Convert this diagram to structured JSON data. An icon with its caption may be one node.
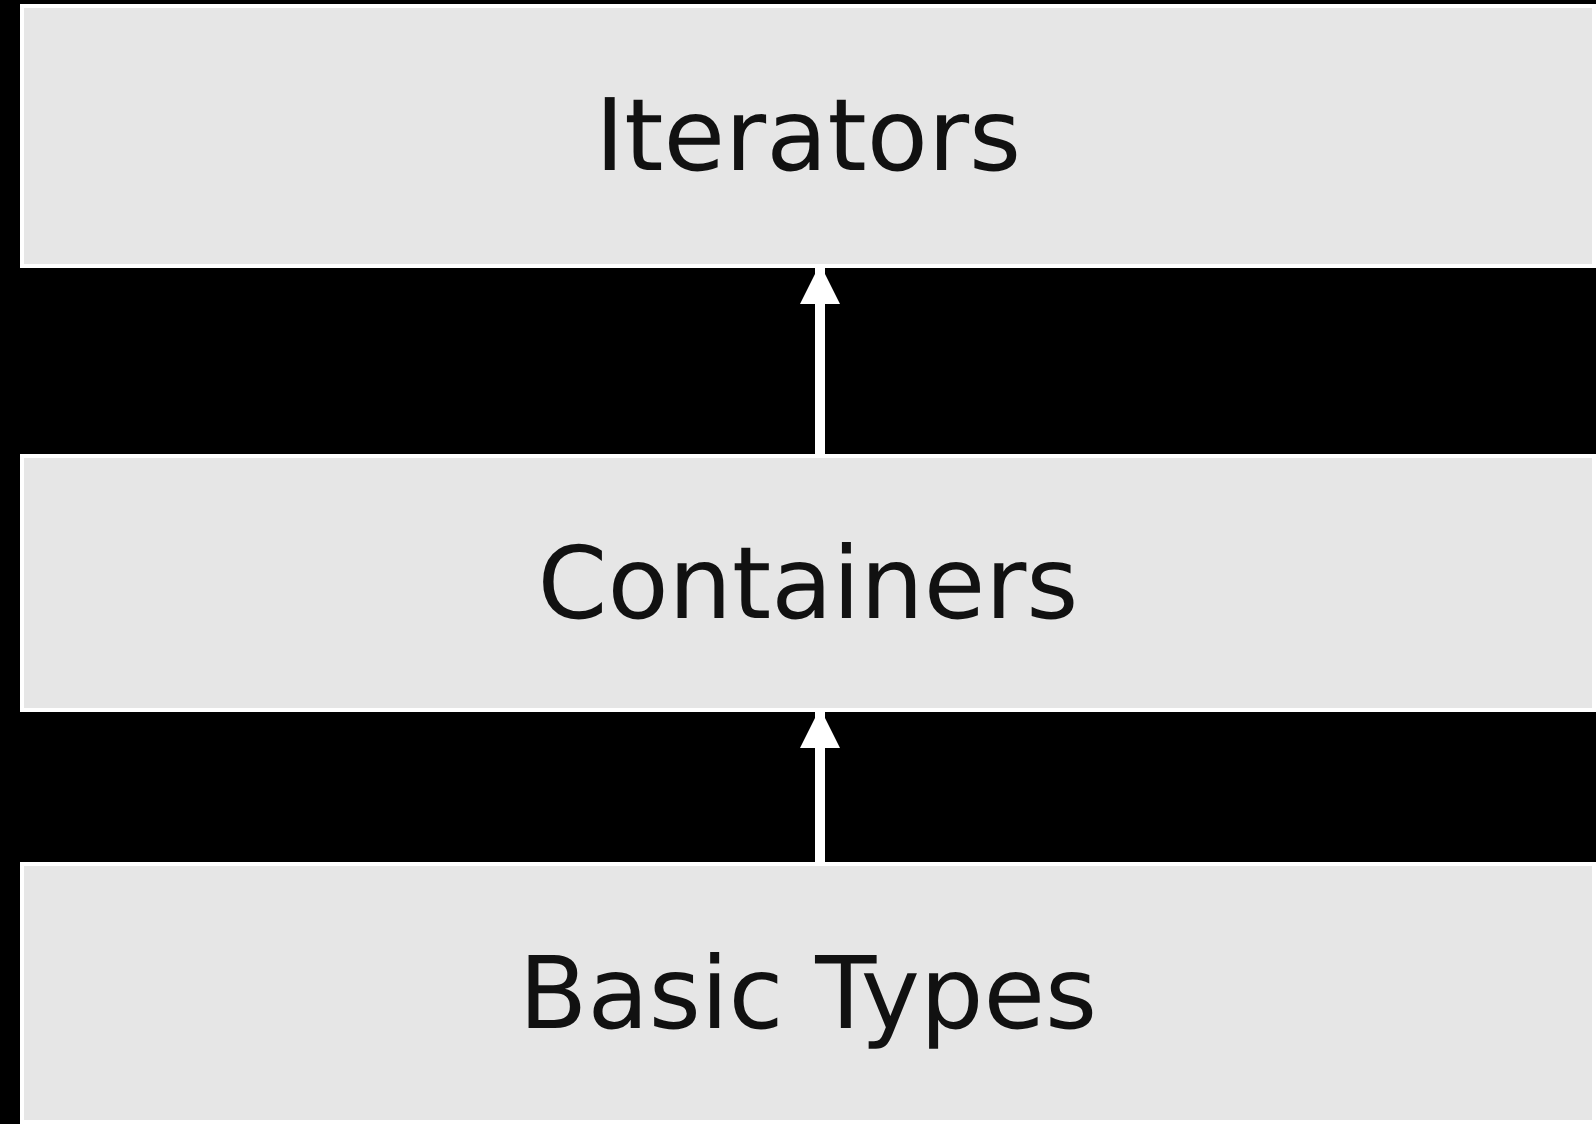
{
  "diagram": {
    "nodes": [
      {
        "text": [
          "Iterators"
        ]
      },
      {
        "text": [
          "Containers"
        ]
      },
      {
        "text": [
          "Basic Types"
        ]
      }
    ],
    "edges": [
      {
        "from": 1,
        "to": 0,
        "arrow": "to"
      },
      {
        "from": 2,
        "to": 1,
        "arrow": "to"
      }
    ]
  }
}
